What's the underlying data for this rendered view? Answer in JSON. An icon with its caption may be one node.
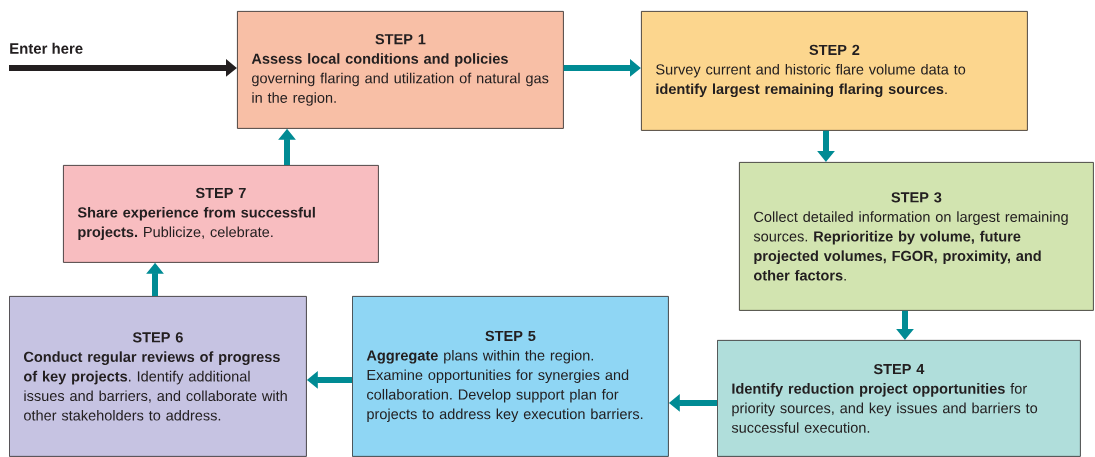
{
  "diagram": {
    "nodes": [
      {
        "text": [
          "STEP 1",
          "**Assess local conditions and policies** governing flaring and utilization of natural gas in the region."
        ]
      },
      {
        "text": [
          "STEP 2",
          "Survey current and historic flare volume data to **identify largest remaining flaring sources**."
        ]
      },
      {
        "text": [
          "STEP 3",
          "Collect detailed information on largest remaining sources. **Reprioritize by volume, future projected volumes, FGOR, proximity, and other factors**."
        ]
      },
      {
        "text": [
          "STEP 4",
          "**Identify reduction project opportunities** for priority sources, and key issues and barriers to successful execution."
        ]
      },
      {
        "text": [
          "STEP 5",
          "**Aggregate** plans within the region. Examine opportunities for synergies and collaboration. Develop support plan for projects to address key execution barriers."
        ]
      },
      {
        "text": [
          "STEP 6",
          "**Conduct regular reviews of progress of key projects**. Identify additional issues and barriers, and collaborate with other stakeholders to address."
        ]
      },
      {
        "text": [
          "STEP 7",
          "**Share experience from successful projects.** Publicize, celebrate."
        ]
      }
    ],
    "edges": [
      {
        "from": null,
        "to": 0,
        "arrow": "to",
        "color": "#231f20"
      },
      {
        "from": 0,
        "to": 1,
        "arrow": "to"
      },
      {
        "from": 1,
        "to": 2,
        "arrow": "to"
      },
      {
        "from": 2,
        "to": 3,
        "arrow": "to"
      },
      {
        "from": 3,
        "to": 4,
        "arrow": "to"
      },
      {
        "from": 4,
        "to": 5,
        "arrow": "to"
      },
      {
        "from": 5,
        "to": 6,
        "arrow": "to"
      },
      {
        "from": 6,
        "to": 0,
        "arrow": "to"
      }
    ],
    "labels": [
      "Enter here"
    ]
  }
}
